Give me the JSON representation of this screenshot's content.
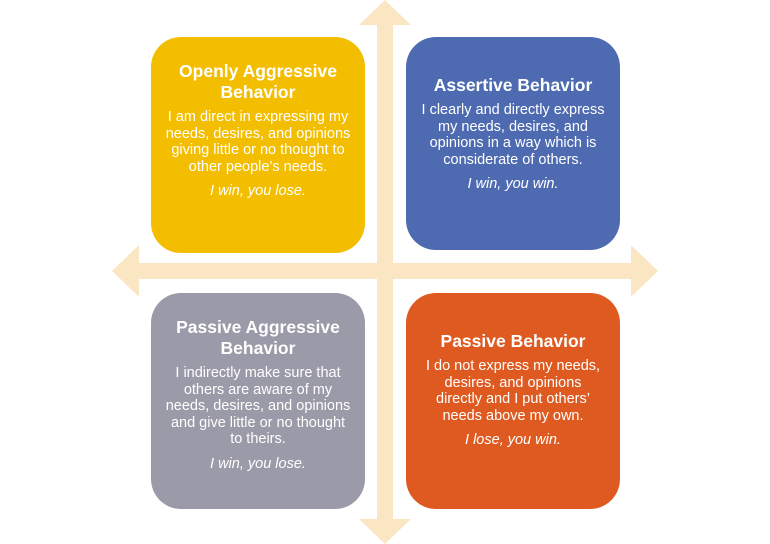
{
  "colors": {
    "axis": "#FBE6C4",
    "openly_aggressive": "#F4BE00",
    "assertive": "#4E6BB2",
    "passive_aggressive": "#9A9AA8",
    "passive": "#DE5A20"
  },
  "quadrants": {
    "openly_aggressive": {
      "title": "Openly Aggressive Behavior",
      "body": "I am direct in expressing my needs, desires, and opinions giving little or no thought  to other people’s needs.",
      "tagline": "I win,  you lose."
    },
    "assertive": {
      "title": "Assertive Behavior",
      "body": "I clearly and directly express my needs, desires, and opinions in a way which is considerate of others.",
      "tagline": "I win,  you win."
    },
    "passive_aggressive": {
      "title": "Passive Aggressive Behavior",
      "body": "I indirectly make sure that others are aware of my needs, desires, and opinions and give little or no thought  to theirs.",
      "tagline": "I win,  you lose."
    },
    "passive": {
      "title": "Passive Behavior",
      "body": "I do not express my needs, desires, and opinions directly and I put others’ needs above my own.",
      "tagline": "I lose, you win."
    }
  }
}
